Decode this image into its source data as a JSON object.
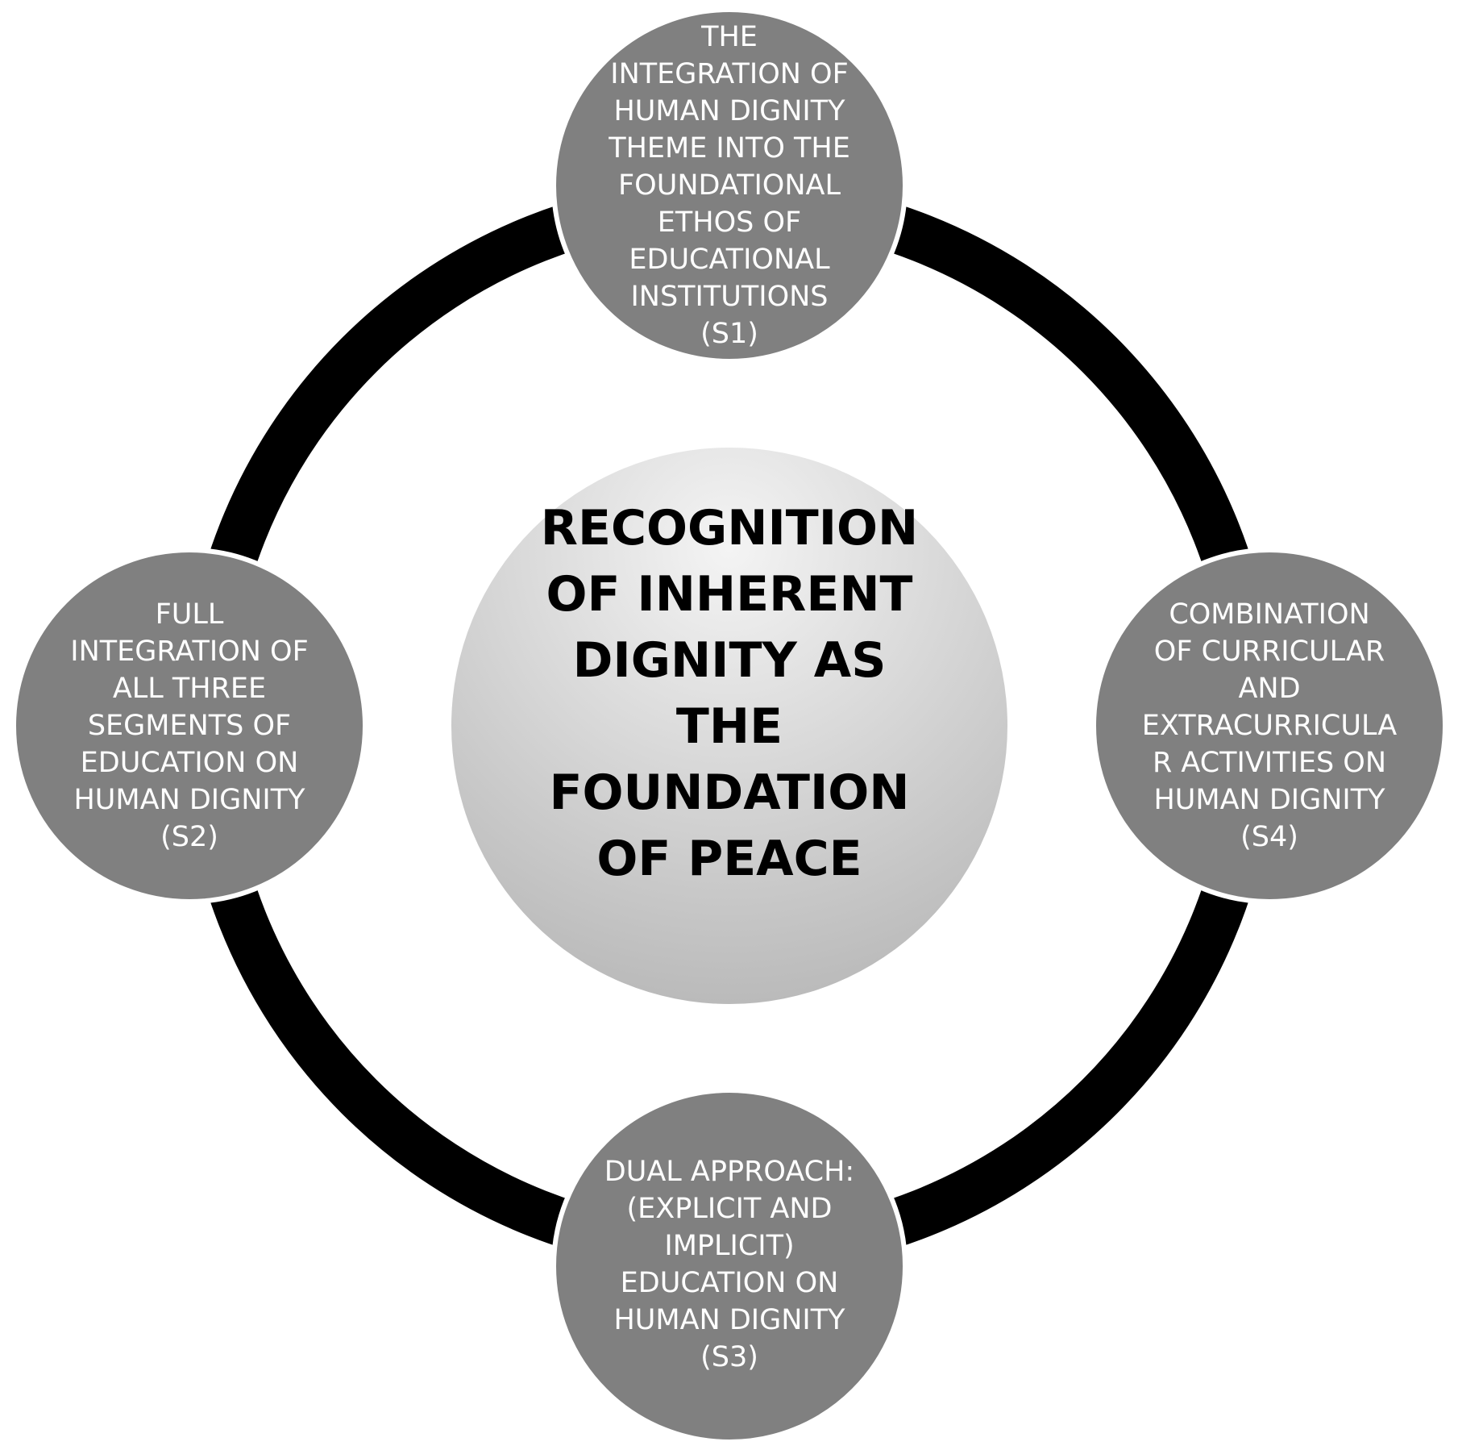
{
  "colors": {
    "background": "#ffffff",
    "ring": "#000000",
    "satellite_fill": "#808080",
    "satellite_text": "#ffffff",
    "center_fill_light": "#f4f4f4",
    "center_fill_dark": "#bdbdbd",
    "center_text": "#000000"
  },
  "center": {
    "lines": [
      "RECOGNITION",
      "OF INHERENT",
      "DIGNITY AS",
      "THE",
      "FOUNDATION",
      "OF PEACE"
    ]
  },
  "nodes": [
    {
      "id": "s1",
      "lines": [
        "THE",
        "INTEGRATION OF",
        "HUMAN DIGNITY",
        "THEME INTO THE",
        "FOUNDATIONAL",
        "ETHOS OF",
        "EDUCATIONAL",
        "INSTITUTIONS",
        "(S1)"
      ]
    },
    {
      "id": "s2",
      "lines": [
        "FULL",
        "INTEGRATION OF",
        "ALL THREE",
        "SEGMENTS OF",
        "EDUCATION ON",
        "HUMAN DIGNITY",
        "(S2)"
      ]
    },
    {
      "id": "s3",
      "lines": [
        "DUAL APPROACH:",
        "(EXPLICIT AND",
        "IMPLICIT)",
        "EDUCATION ON",
        "HUMAN DIGNITY",
        "(S3)"
      ]
    },
    {
      "id": "s4",
      "lines": [
        "COMBINATION",
        "OF CURRICULAR",
        "AND",
        "EXTRACURRICULA",
        "R ACTIVITIES ON",
        "HUMAN DIGNITY",
        "(S4)"
      ]
    }
  ]
}
